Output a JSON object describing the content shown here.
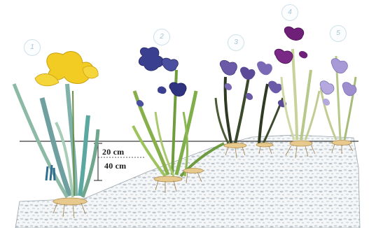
{
  "plant_labels": [
    "1",
    "2",
    "3",
    "4",
    "5"
  ],
  "depth_labels": {
    "shallow": "20 cm",
    "deep": "40 cm"
  },
  "colors": {
    "yellow_iris": "#f2cc22",
    "blue_iris": "#3b3f8f",
    "violet_iris": "#6a5aa8",
    "purple_iris": "#6e1f78",
    "lavender_iris": "#a89ad6",
    "leaf_green": "#7fae4a",
    "teal_leaf": "#5aa8a0",
    "gravel": "#dfe3e6",
    "water_line": "#3a3a3a"
  },
  "icons": [
    "yellow-iris",
    "blue-iris",
    "violet-iris",
    "purple-iris",
    "lavender-iris"
  ]
}
